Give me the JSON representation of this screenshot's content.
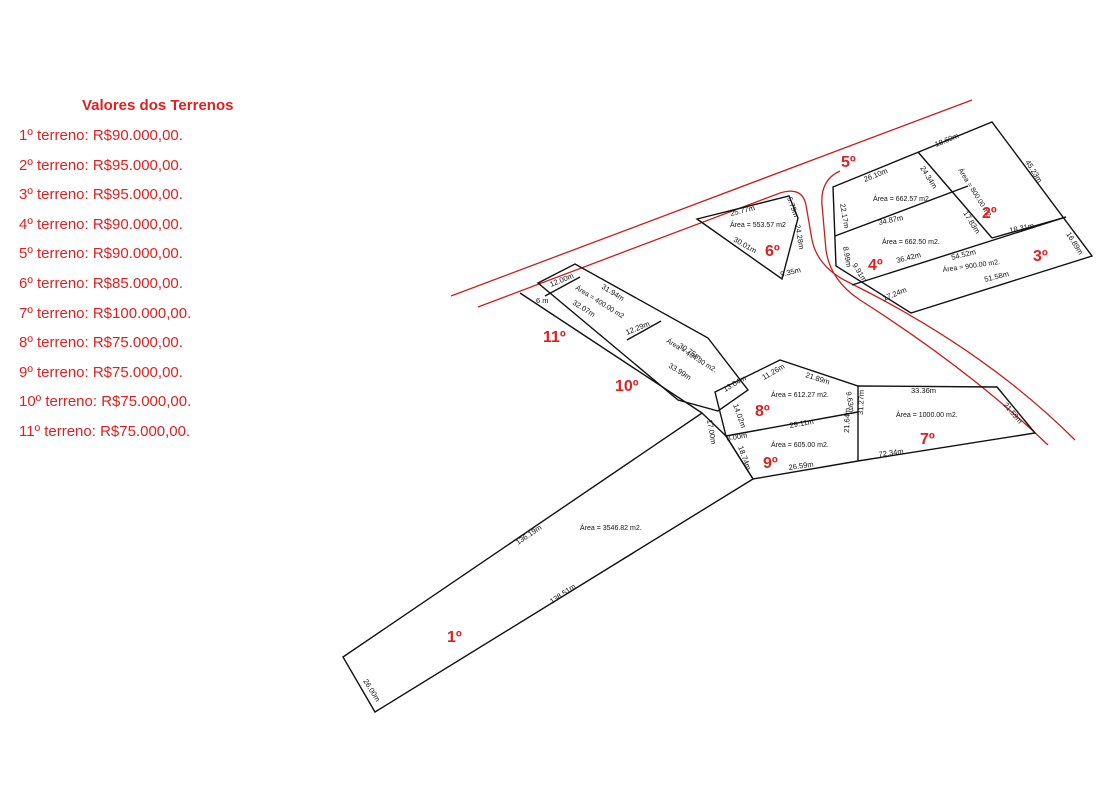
{
  "prices": {
    "title": "Valores dos Terrenos",
    "items": [
      "1º terreno: R$90.000,00.",
      "2º terreno: R$95.000,00.",
      "3º terreno: R$95.000,00.",
      "4º terreno: R$90.000,00.",
      "5º terreno: R$90.000,00.",
      "6º terreno: R$85.000,00.",
      "7º terreno: R$100.000,00.",
      "8º terreno: R$75.000,00.",
      "9º terreno: R$75.000,00.",
      "10º terreno: R$75.000,00.",
      "11º terreno: R$75.000,00."
    ]
  },
  "colors": {
    "accent": "#e02020",
    "lines": "#111111",
    "road": "#c81e1e"
  },
  "lot_numbers": {
    "l1": "1º",
    "l2": "2º",
    "l3": "3º",
    "l4": "4º",
    "l5": "5º",
    "l6": "6º",
    "l7": "7º",
    "l8": "8º",
    "l9": "9º",
    "l10": "10º",
    "l11": "11º"
  },
  "areas": {
    "a1": "Área = 3546.82  m2.",
    "a2": "Área = 800.00  m2",
    "a3": "Área = 900.00  m2.",
    "a4": "Área = 662.50  m2.",
    "a5": "Área = 662.57  m2.",
    "a6": "Área = 553.57  m2",
    "a7": "Área = 1000.00  m2.",
    "a8": "Área = 612.27  m2.",
    "a9": "Área = 605.00  m2.",
    "a10": "Área = 404.30  m2.",
    "a11": "Área = 400.00  m2"
  },
  "dims": {
    "d1": "18.60m",
    "d2": "26.10m",
    "d3": "24.34m",
    "d4": "45.23m",
    "d5": "22.17m",
    "d6": "34.87m",
    "d7": "17.83m",
    "d8": "18.31m",
    "d9": "16.89m",
    "d10": "8.99m",
    "d11": "9.91m",
    "d12": "36.42m",
    "d13": "54.52m",
    "d14": "51.58m",
    "d15": "17.24m",
    "d16": "25.77m",
    "d17": "5.79m",
    "d18": "24.28m",
    "d19": "30.01m",
    "d20": "9.35m",
    "d21": "12.00m",
    "d22": "31.94m",
    "d23": "32.07m",
    "d24": "12.29m",
    "d25": "30.75m",
    "d26": "33.99m",
    "d27": "13.04m",
    "d28": "6 m",
    "d29": "11.26m",
    "d30": "21.89m",
    "d31": "9.63m",
    "d32": "14.02m",
    "d33": "33.36m",
    "d34": "21.59m",
    "d35": "31.27m",
    "d36": "72.34m",
    "d37": "29.11m",
    "d38": "21.64m",
    "d39": "18.74m",
    "d40": "26.59m",
    "d41": "8.00m",
    "d42": "17.00m",
    "d43": "136.19m",
    "d44": "138.51m",
    "d45": "26.00m"
  }
}
